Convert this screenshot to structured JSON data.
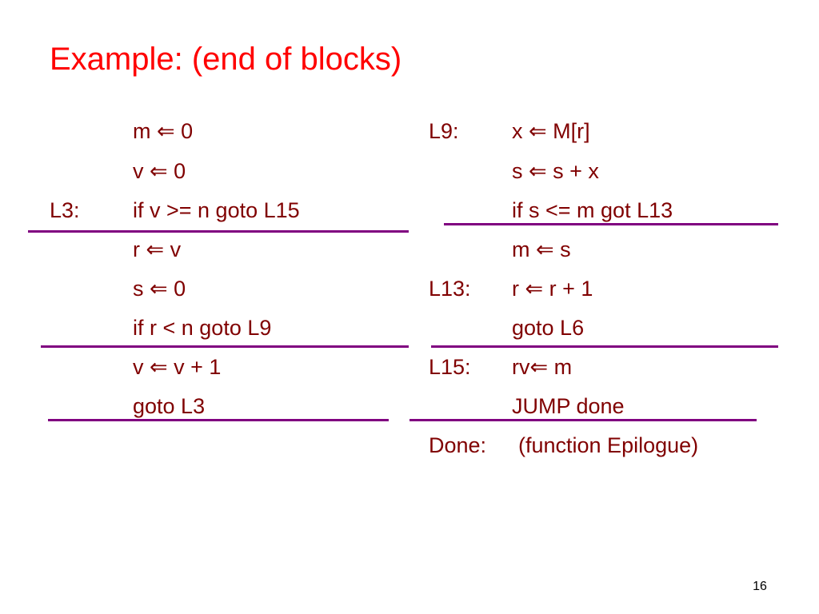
{
  "slide": {
    "title": "Example: (end of blocks)",
    "page_number": "16"
  },
  "left_block": {
    "lines": [
      {
        "label": "",
        "stmt": "m ⇐ 0"
      },
      {
        "label": "",
        "stmt": "v ⇐ 0"
      },
      {
        "label": "L3:",
        "stmt": "if v >= n goto L15"
      },
      {
        "label": "",
        "stmt": "r ⇐ v"
      },
      {
        "label": "",
        "stmt": "s ⇐ 0"
      },
      {
        "label": "",
        "stmt": "if r < n goto L9"
      },
      {
        "label": "",
        "stmt": "v ⇐ v + 1"
      },
      {
        "label": "",
        "stmt": "goto L3"
      }
    ]
  },
  "right_block": {
    "lines": [
      {
        "label": "L9:",
        "stmt": "x ⇐ M[r]"
      },
      {
        "label": "",
        "stmt": "s ⇐ s + x"
      },
      {
        "label": "",
        "stmt": "if s <= m got L13"
      },
      {
        "label": "",
        "stmt": "m ⇐ s"
      },
      {
        "label": "L13:",
        "stmt": "r ⇐ r + 1"
      },
      {
        "label": "",
        "stmt": "goto L6"
      },
      {
        "label": "L15:",
        "stmt": "rv⇐ m"
      },
      {
        "label": "",
        "stmt": "JUMP done"
      },
      {
        "label": "Done:",
        "stmt": "(function Epilogue)"
      }
    ]
  },
  "colors": {
    "title": "#ff0000",
    "code": "#800000",
    "divider": "#800080"
  }
}
